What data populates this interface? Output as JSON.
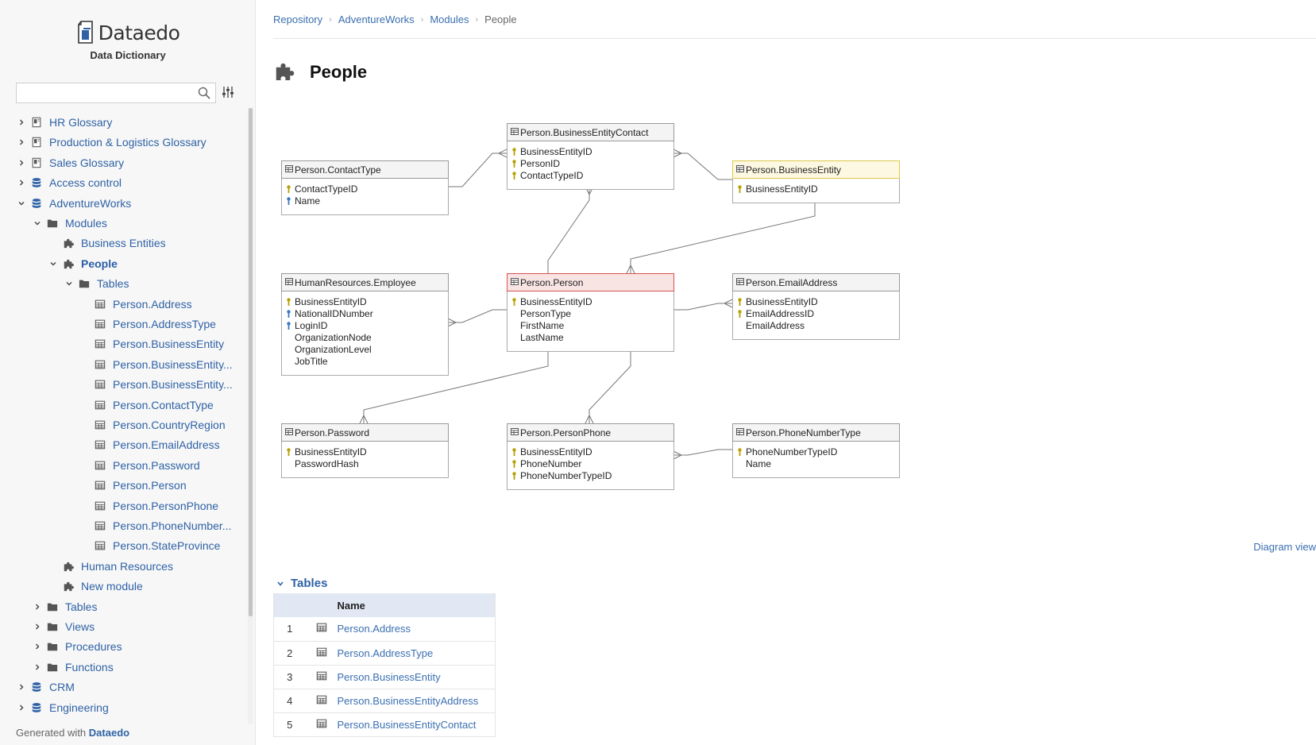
{
  "brand": {
    "name": "Dataedo",
    "subtitle": "Data Dictionary"
  },
  "search": {
    "placeholder": ""
  },
  "tree": [
    {
      "label": "HR Glossary",
      "icon": "glossary-icon",
      "caret": "right"
    },
    {
      "label": "Production & Logistics Glossary",
      "icon": "glossary-icon",
      "caret": "right"
    },
    {
      "label": "Sales Glossary",
      "icon": "glossary-icon",
      "caret": "right"
    },
    {
      "label": "Access control",
      "icon": "database-icon",
      "caret": "right"
    },
    {
      "label": "AdventureWorks",
      "icon": "database-icon",
      "caret": "down"
    },
    {
      "label": "Modules",
      "icon": "folder-icon",
      "caret": "down"
    },
    {
      "label": "Business Entities",
      "icon": "puzzle-icon",
      "caret": ""
    },
    {
      "label": "People",
      "icon": "puzzle-icon",
      "caret": "down"
    },
    {
      "label": "Tables",
      "icon": "folder-icon",
      "caret": "down"
    },
    {
      "label": "Person.Address",
      "icon": "table-icon",
      "caret": ""
    },
    {
      "label": "Person.AddressType",
      "icon": "table-icon",
      "caret": ""
    },
    {
      "label": "Person.BusinessEntity",
      "icon": "table-icon",
      "caret": ""
    },
    {
      "label": "Person.BusinessEntity...",
      "icon": "table-icon",
      "caret": ""
    },
    {
      "label": "Person.BusinessEntity...",
      "icon": "table-icon",
      "caret": ""
    },
    {
      "label": "Person.ContactType",
      "icon": "table-icon",
      "caret": ""
    },
    {
      "label": "Person.CountryRegion",
      "icon": "table-icon",
      "caret": ""
    },
    {
      "label": "Person.EmailAddress",
      "icon": "table-icon",
      "caret": ""
    },
    {
      "label": "Person.Password",
      "icon": "table-icon",
      "caret": ""
    },
    {
      "label": "Person.Person",
      "icon": "table-icon",
      "caret": ""
    },
    {
      "label": "Person.PersonPhone",
      "icon": "table-icon",
      "caret": ""
    },
    {
      "label": "Person.PhoneNumber...",
      "icon": "table-icon",
      "caret": ""
    },
    {
      "label": "Person.StateProvince",
      "icon": "table-icon",
      "caret": ""
    },
    {
      "label": "Human Resources",
      "icon": "puzzle-icon",
      "caret": ""
    },
    {
      "label": "New module",
      "icon": "puzzle-icon",
      "caret": ""
    },
    {
      "label": "Tables",
      "icon": "folder-icon",
      "caret": "right"
    },
    {
      "label": "Views",
      "icon": "folder-icon",
      "caret": "right"
    },
    {
      "label": "Procedures",
      "icon": "folder-icon",
      "caret": "right"
    },
    {
      "label": "Functions",
      "icon": "folder-icon",
      "caret": "right"
    },
    {
      "label": "CRM",
      "icon": "database-icon",
      "caret": "right"
    },
    {
      "label": "Engineering",
      "icon": "database-icon",
      "caret": "right"
    }
  ],
  "footer": {
    "generated_prefix": "Generated with",
    "generated_brand": "Dataedo"
  },
  "breadcrumb": {
    "items": [
      "Repository",
      "AdventureWorks",
      "Modules"
    ],
    "current": "People"
  },
  "page": {
    "title": "People"
  },
  "diagram": {
    "entities": [
      {
        "title": "Person.BusinessEntityContact",
        "highlight": "none",
        "columns": [
          {
            "name": "BusinessEntityID",
            "key": "pk"
          },
          {
            "name": "PersonID",
            "key": "pk"
          },
          {
            "name": "ContactTypeID",
            "key": "pk"
          }
        ]
      },
      {
        "title": "Person.ContactType",
        "highlight": "none",
        "columns": [
          {
            "name": "ContactTypeID",
            "key": "pk"
          },
          {
            "name": "Name",
            "key": "uk"
          }
        ]
      },
      {
        "title": "Person.BusinessEntity",
        "highlight": "yellow",
        "columns": [
          {
            "name": "BusinessEntityID",
            "key": "pk"
          }
        ]
      },
      {
        "title": "HumanResources.Employee",
        "highlight": "none",
        "columns": [
          {
            "name": "BusinessEntityID",
            "key": "pk"
          },
          {
            "name": "NationalIDNumber",
            "key": "uk"
          },
          {
            "name": "LoginID",
            "key": "uk"
          },
          {
            "name": "OrganizationNode",
            "key": ""
          },
          {
            "name": "OrganizationLevel",
            "key": ""
          },
          {
            "name": "JobTitle",
            "key": ""
          }
        ]
      },
      {
        "title": "Person.Person",
        "highlight": "red",
        "columns": [
          {
            "name": "BusinessEntityID",
            "key": "pk"
          },
          {
            "name": "PersonType",
            "key": ""
          },
          {
            "name": "FirstName",
            "key": ""
          },
          {
            "name": "LastName",
            "key": ""
          }
        ]
      },
      {
        "title": "Person.EmailAddress",
        "highlight": "none",
        "columns": [
          {
            "name": "BusinessEntityID",
            "key": "pk"
          },
          {
            "name": "EmailAddressID",
            "key": "pk"
          },
          {
            "name": "EmailAddress",
            "key": ""
          }
        ]
      },
      {
        "title": "Person.Password",
        "highlight": "none",
        "columns": [
          {
            "name": "BusinessEntityID",
            "key": "pk"
          },
          {
            "name": "PasswordHash",
            "key": ""
          }
        ]
      },
      {
        "title": "Person.PersonPhone",
        "highlight": "none",
        "columns": [
          {
            "name": "BusinessEntityID",
            "key": "pk"
          },
          {
            "name": "PhoneNumber",
            "key": "pk"
          },
          {
            "name": "PhoneNumberTypeID",
            "key": "pk"
          }
        ]
      },
      {
        "title": "Person.PhoneNumberType",
        "highlight": "none",
        "columns": [
          {
            "name": "PhoneNumberTypeID",
            "key": "pk"
          },
          {
            "name": "Name",
            "key": ""
          }
        ]
      }
    ],
    "view_link": "Diagram view"
  },
  "tables_section": {
    "title": "Tables",
    "header": "Name",
    "rows": [
      {
        "num": "1",
        "name": "Person.Address"
      },
      {
        "num": "2",
        "name": "Person.AddressType"
      },
      {
        "num": "3",
        "name": "Person.BusinessEntity"
      },
      {
        "num": "4",
        "name": "Person.BusinessEntityAddress"
      },
      {
        "num": "5",
        "name": "Person.BusinessEntityContact"
      }
    ]
  },
  "colors": {
    "link": "#2f62a5",
    "pk_key": "#b8a000",
    "uk_key": "#3a78c0",
    "highlight_red_bg": "#f9e4e4",
    "highlight_red_border": "#d9534f",
    "highlight_yellow_bg": "#fdf8e1",
    "highlight_yellow_border": "#e0c84a"
  }
}
